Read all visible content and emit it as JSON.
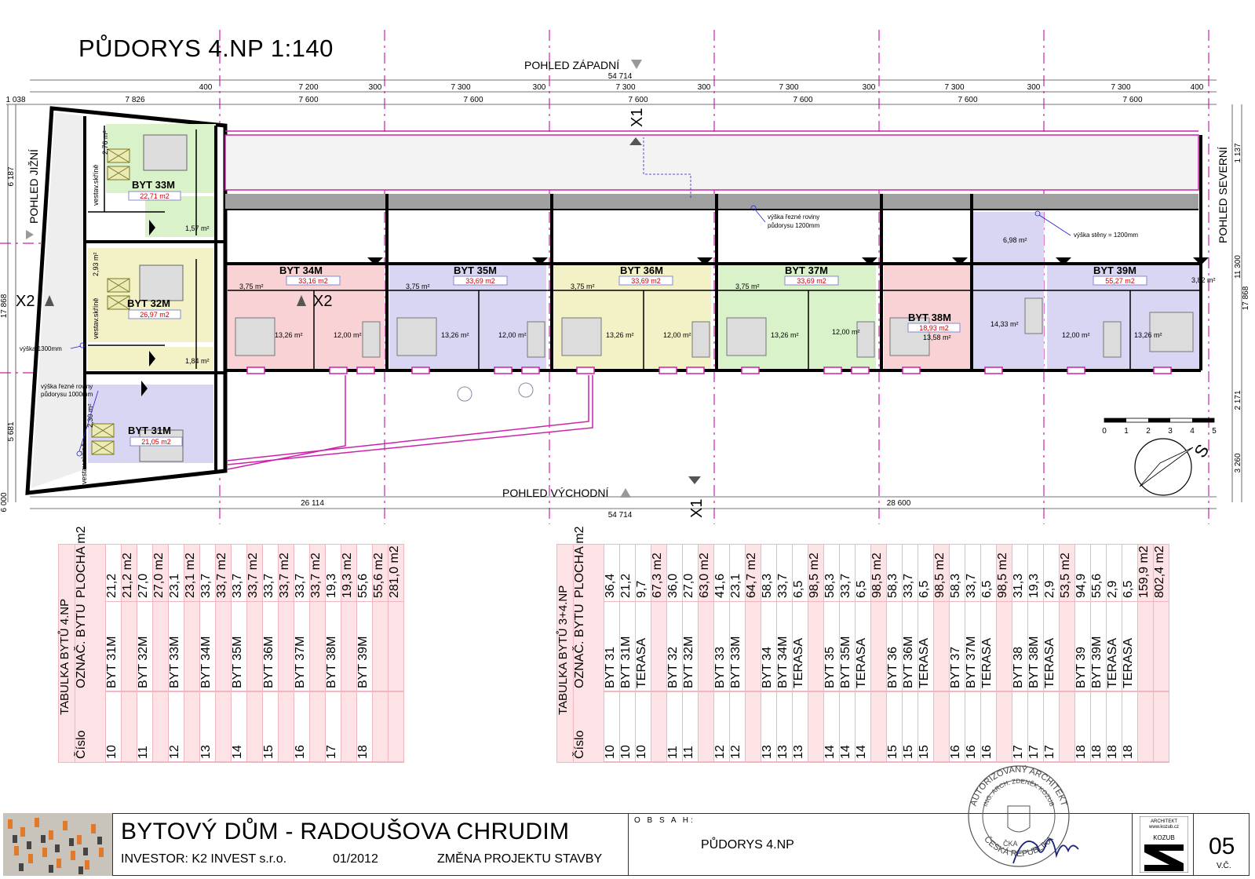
{
  "title": "PŮDORYS  4.NP 1:140",
  "views": {
    "west": "POHLED ZÁPADNÍ",
    "east": "POHLED VÝCHODNÍ",
    "south": "POHLED JIŽNÍ",
    "north": "POHLED SEVERNÍ"
  },
  "section_marks": {
    "x1": "X1",
    "x2": "X2"
  },
  "dims_top": {
    "total": "54 714",
    "row1": [
      "400",
      "7 200",
      "300",
      "7 300",
      "300",
      "7 300",
      "300",
      "7 300",
      "300",
      "7 300",
      "300",
      "7 300",
      "400"
    ],
    "row2": [
      "1 038",
      "7 826",
      "7 600",
      "7 600",
      "7 600",
      "7 600",
      "7 600",
      "7 600"
    ]
  },
  "dims_bottom": {
    "total": "54 714",
    "left": "26 114",
    "right": "28 600"
  },
  "dims_left": [
    "6 187",
    "17 868",
    "5 681",
    "6 000"
  ],
  "dims_right": [
    "1 137",
    "11 300",
    "17 868",
    "2 171",
    "3 260"
  ],
  "apartments": [
    {
      "name": "BYT 33M",
      "area": "22,71 m2"
    },
    {
      "name": "BYT 32M",
      "area": "26,97 m2"
    },
    {
      "name": "BYT 31M",
      "area": "21,05 m2"
    },
    {
      "name": "BYT 34M",
      "area": "33,16 m2"
    },
    {
      "name": "BYT 35M",
      "area": "33,69 m2"
    },
    {
      "name": "BYT 36M",
      "area": "33,69 m2"
    },
    {
      "name": "BYT 37M",
      "area": "33,69 m2"
    },
    {
      "name": "BYT 38M",
      "area": "18,93 m2"
    },
    {
      "name": "BYT 39M",
      "area": "55,27 m2"
    }
  ],
  "room_labels": {
    "r_276": "2,76 m²",
    "r_157": "1,57 m²",
    "r_293": "2,93 m²",
    "r_184": "1,84 m²",
    "r_230": "2,30 m²",
    "r_375": "3,75 m²",
    "r_1326": "13,26 m²",
    "r_1200": "12,00 m²",
    "r_1358": "13,58 m²",
    "r_698": "6,98 m²",
    "r_1433": "14,33 m²",
    "r_382": "3,82 m²",
    "vestav": "vestav.skříně"
  },
  "notes": {
    "n1": "výška řezné roviny",
    "n1b": "půdorysu 1200mm",
    "n2": "výška stěny = 1200mm",
    "n3": "výška  1300mm",
    "n4": "výška řezné roviny",
    "n4b": "půdorysu 1000mm"
  },
  "scale_bar": [
    "0",
    "1",
    "2",
    "3",
    "4",
    "5"
  ],
  "north": "S",
  "table1": {
    "title": "TABULKA BYTŮ 4.NP",
    "headers": [
      "Číslo",
      "OZNAČ. BYTU",
      "PLOCHA m2"
    ],
    "rows": [
      [
        "10",
        "BYT 31M",
        "21,2"
      ],
      [
        "",
        "",
        "21,2 m2"
      ],
      [
        "11",
        "BYT 32M",
        "27,0"
      ],
      [
        "",
        "",
        "27,0 m2"
      ],
      [
        "12",
        "BYT 33M",
        "23,1"
      ],
      [
        "",
        "",
        "23,1 m2"
      ],
      [
        "13",
        "BYT 34M",
        "33,7"
      ],
      [
        "",
        "",
        "33,7 m2"
      ],
      [
        "14",
        "BYT 35M",
        "33,7"
      ],
      [
        "",
        "",
        "33,7 m2"
      ],
      [
        "15",
        "BYT 36M",
        "33,7"
      ],
      [
        "",
        "",
        "33,7 m2"
      ],
      [
        "16",
        "BYT 37M",
        "33,7"
      ],
      [
        "",
        "",
        "33,7 m2"
      ],
      [
        "17",
        "BYT 38M",
        "19,3"
      ],
      [
        "",
        "",
        "19,3 m2"
      ],
      [
        "18",
        "BYT 39M",
        "55,6"
      ],
      [
        "",
        "",
        "55,6 m2"
      ],
      [
        "",
        "",
        "281,0 m2"
      ]
    ]
  },
  "table2": {
    "title": "TABULKA BYTŮ 3+4.NP",
    "headers": [
      "Číslo",
      "OZNAČ. BYTU",
      "PLOCHA m2"
    ],
    "rows": [
      [
        "10",
        "BYT 31",
        "36,4"
      ],
      [
        "10",
        "BYT 31M",
        "21,2"
      ],
      [
        "10",
        "TERASA",
        "9,7"
      ],
      [
        "",
        "",
        "67,3 m2"
      ],
      [
        "11",
        "BYT 32",
        "36,0"
      ],
      [
        "11",
        "BYT 32M",
        "27,0"
      ],
      [
        "",
        "",
        "63,0 m2"
      ],
      [
        "12",
        "BYT 33",
        "41,6"
      ],
      [
        "12",
        "BYT 33M",
        "23,1"
      ],
      [
        "",
        "",
        "64,7 m2"
      ],
      [
        "13",
        "BYT 34",
        "58,3"
      ],
      [
        "13",
        "BYT 34M",
        "33,7"
      ],
      [
        "13",
        "TERASA",
        "6,5"
      ],
      [
        "",
        "",
        "98,5 m2"
      ],
      [
        "14",
        "BYT 35",
        "58,3"
      ],
      [
        "14",
        "BYT 35M",
        "33,7"
      ],
      [
        "14",
        "TERASA",
        "6,5"
      ],
      [
        "",
        "",
        "98,5 m2"
      ],
      [
        "15",
        "BYT 36",
        "58,3"
      ],
      [
        "15",
        "BYT 36M",
        "33,7"
      ],
      [
        "15",
        "TERASA",
        "6,5"
      ],
      [
        "",
        "",
        "98,5 m2"
      ],
      [
        "16",
        "BYT 37",
        "58,3"
      ],
      [
        "16",
        "BYT 37M",
        "33,7"
      ],
      [
        "16",
        "TERASA",
        "6,5"
      ],
      [
        "",
        "",
        "98,5 m2"
      ],
      [
        "17",
        "BYT 38",
        "31,3"
      ],
      [
        "17",
        "BYT 38M",
        "19,3"
      ],
      [
        "17",
        "TERASA",
        "2,9"
      ],
      [
        "",
        "",
        "53,5 m2"
      ],
      [
        "18",
        "BYT 39",
        "94,9"
      ],
      [
        "18",
        "BYT 39M",
        "55,6"
      ],
      [
        "18",
        "TERASA",
        "2,9"
      ],
      [
        "18",
        "TERASA",
        "6,5"
      ],
      [
        "",
        "",
        "159,9 m2"
      ],
      [
        "",
        "",
        "802,4 m2"
      ]
    ]
  },
  "title_block": {
    "project": "BYTOVÝ DŮM - RADOUŠOVA CHRUDIM",
    "investor": "INVESTOR: K2 INVEST s.r.o.",
    "date": "01/2012",
    "change": "ZMĚNA PROJEKTU STAVBY",
    "obsah_label": "O B S A H:",
    "content": "PŮDORYS  4.NP",
    "sheet": "05",
    "sheet_label": "V.Č.",
    "logo_top": "ARCHITEKT",
    "logo_url": "www.kozub.cz",
    "logo_name": "KOZUB",
    "stamp": [
      "AUTORIZOVANÝ ARCHITEKT",
      "ING. ARCH. ZDENĚK KOZUB",
      "ČKA",
      "ČESKÁ REPUBLIKA"
    ]
  },
  "colors": {
    "green": "#d9f2c9",
    "yellow": "#f2f2c6",
    "lilac": "#d9d6f4",
    "pink": "#f9d2d5",
    "magenta": "#cc22aa",
    "grey": "#a0a0a0",
    "table_pink": "#fde3e6"
  }
}
